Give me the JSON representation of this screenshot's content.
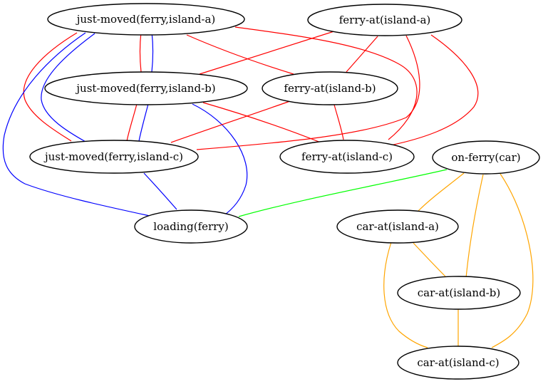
{
  "colors": {
    "red": "#ff0000",
    "blue": "#0000ff",
    "green": "#00ff00",
    "orange": "#ffa500"
  },
  "nodes": {
    "jm_a": {
      "label": "just-moved(ferry,island-a)"
    },
    "jm_b": {
      "label": "just-moved(ferry,island-b)"
    },
    "jm_c": {
      "label": "just-moved(ferry,island-c)"
    },
    "fa_a": {
      "label": "ferry-at(island-a)"
    },
    "fa_b": {
      "label": "ferry-at(island-b)"
    },
    "fa_c": {
      "label": "ferry-at(island-c)"
    },
    "loading": {
      "label": "loading(ferry)"
    },
    "onferry": {
      "label": "on-ferry(car)"
    },
    "car_a": {
      "label": "car-at(island-a)"
    },
    "car_b": {
      "label": "car-at(island-b)"
    },
    "car_c": {
      "label": "car-at(island-c)"
    }
  },
  "edges": [
    {
      "from": "jm_a",
      "to": "jm_b",
      "color": "red"
    },
    {
      "from": "jm_a",
      "to": "jm_b",
      "color": "blue"
    },
    {
      "from": "jm_a",
      "to": "jm_c",
      "color": "red"
    },
    {
      "from": "jm_a",
      "to": "jm_c",
      "color": "blue"
    },
    {
      "from": "jm_a",
      "to": "loading",
      "color": "blue"
    },
    {
      "from": "jm_a",
      "to": "fa_b",
      "color": "red"
    },
    {
      "from": "jm_a",
      "to": "fa_c",
      "color": "red"
    },
    {
      "from": "jm_b",
      "to": "jm_c",
      "color": "red"
    },
    {
      "from": "jm_b",
      "to": "jm_c",
      "color": "blue"
    },
    {
      "from": "jm_b",
      "to": "loading",
      "color": "blue"
    },
    {
      "from": "jm_b",
      "to": "fa_a",
      "color": "red"
    },
    {
      "from": "jm_b",
      "to": "fa_c",
      "color": "red"
    },
    {
      "from": "jm_c",
      "to": "loading",
      "color": "blue"
    },
    {
      "from": "jm_c",
      "to": "fa_a",
      "color": "red"
    },
    {
      "from": "jm_c",
      "to": "fa_b",
      "color": "red"
    },
    {
      "from": "fa_a",
      "to": "fa_b",
      "color": "red"
    },
    {
      "from": "fa_a",
      "to": "fa_c",
      "color": "red"
    },
    {
      "from": "fa_b",
      "to": "fa_c",
      "color": "red"
    },
    {
      "from": "onferry",
      "to": "loading",
      "color": "green"
    },
    {
      "from": "onferry",
      "to": "car_a",
      "color": "orange"
    },
    {
      "from": "onferry",
      "to": "car_b",
      "color": "orange"
    },
    {
      "from": "onferry",
      "to": "car_c",
      "color": "orange"
    },
    {
      "from": "car_a",
      "to": "car_b",
      "color": "orange"
    },
    {
      "from": "car_a",
      "to": "car_c",
      "color": "orange"
    },
    {
      "from": "car_b",
      "to": "car_c",
      "color": "orange"
    }
  ]
}
